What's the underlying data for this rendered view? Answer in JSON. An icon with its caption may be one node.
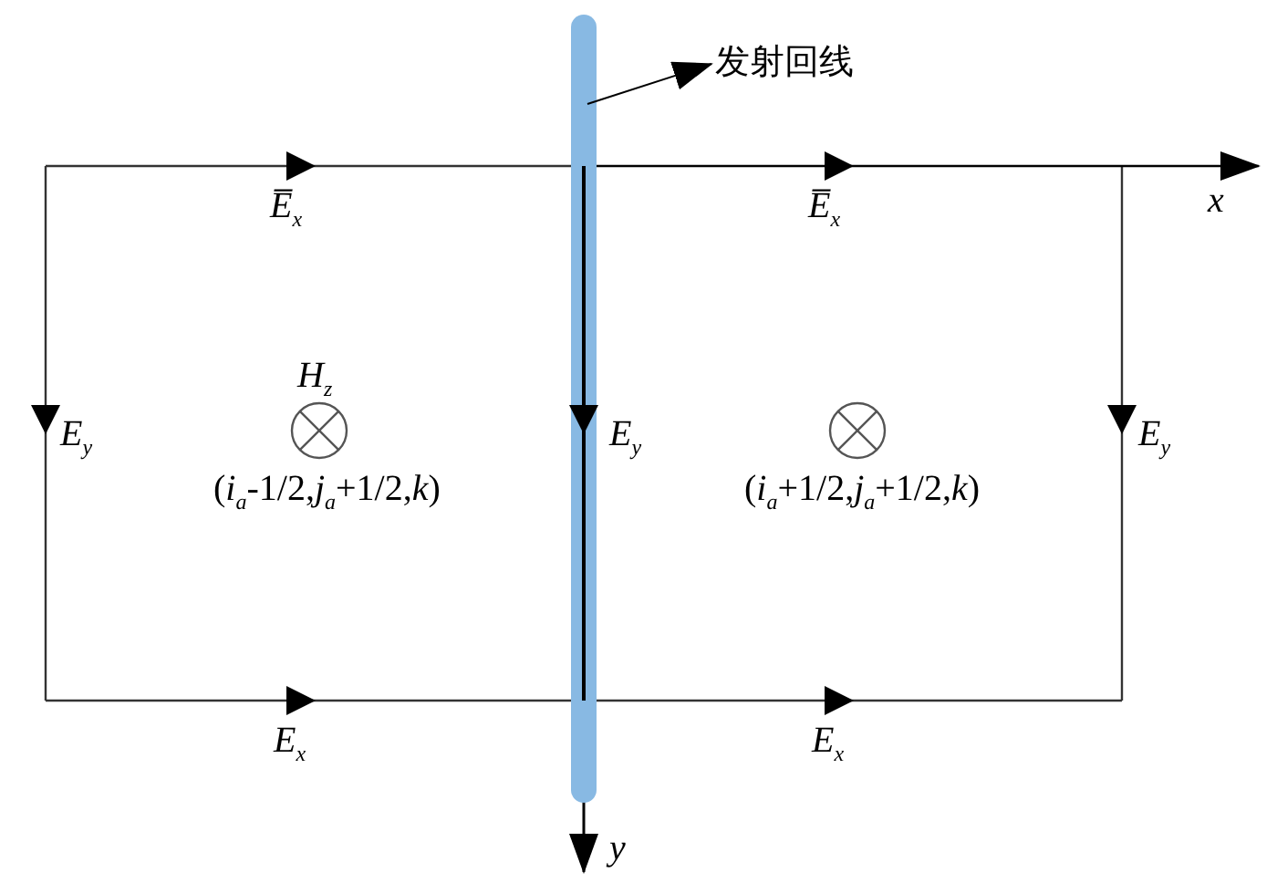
{
  "diagram": {
    "nodes": [
      {
        "text": [
          "发射回线"
        ]
      },
      {
        "text": [],
        "shape": "bar"
      }
    ],
    "edges": [
      {
        "from": 1,
        "to": 0,
        "arrow": "to"
      }
    ],
    "labels": [
      "E̅$_{x}$",
      "E̅$_{x}$",
      "x",
      "E$_{y}$",
      "H$_{z}$",
      "(*i*$_{a}$-1/2,*j*$_{a}$+1/2,*k*)",
      "E$_{y}$",
      "E$_{y}$",
      "(*i*$_{a}$+1/2,*j*$_{a}$+1/2,*k*)",
      "E$_{x}$",
      "E$_{x}$",
      "y"
    ]
  }
}
